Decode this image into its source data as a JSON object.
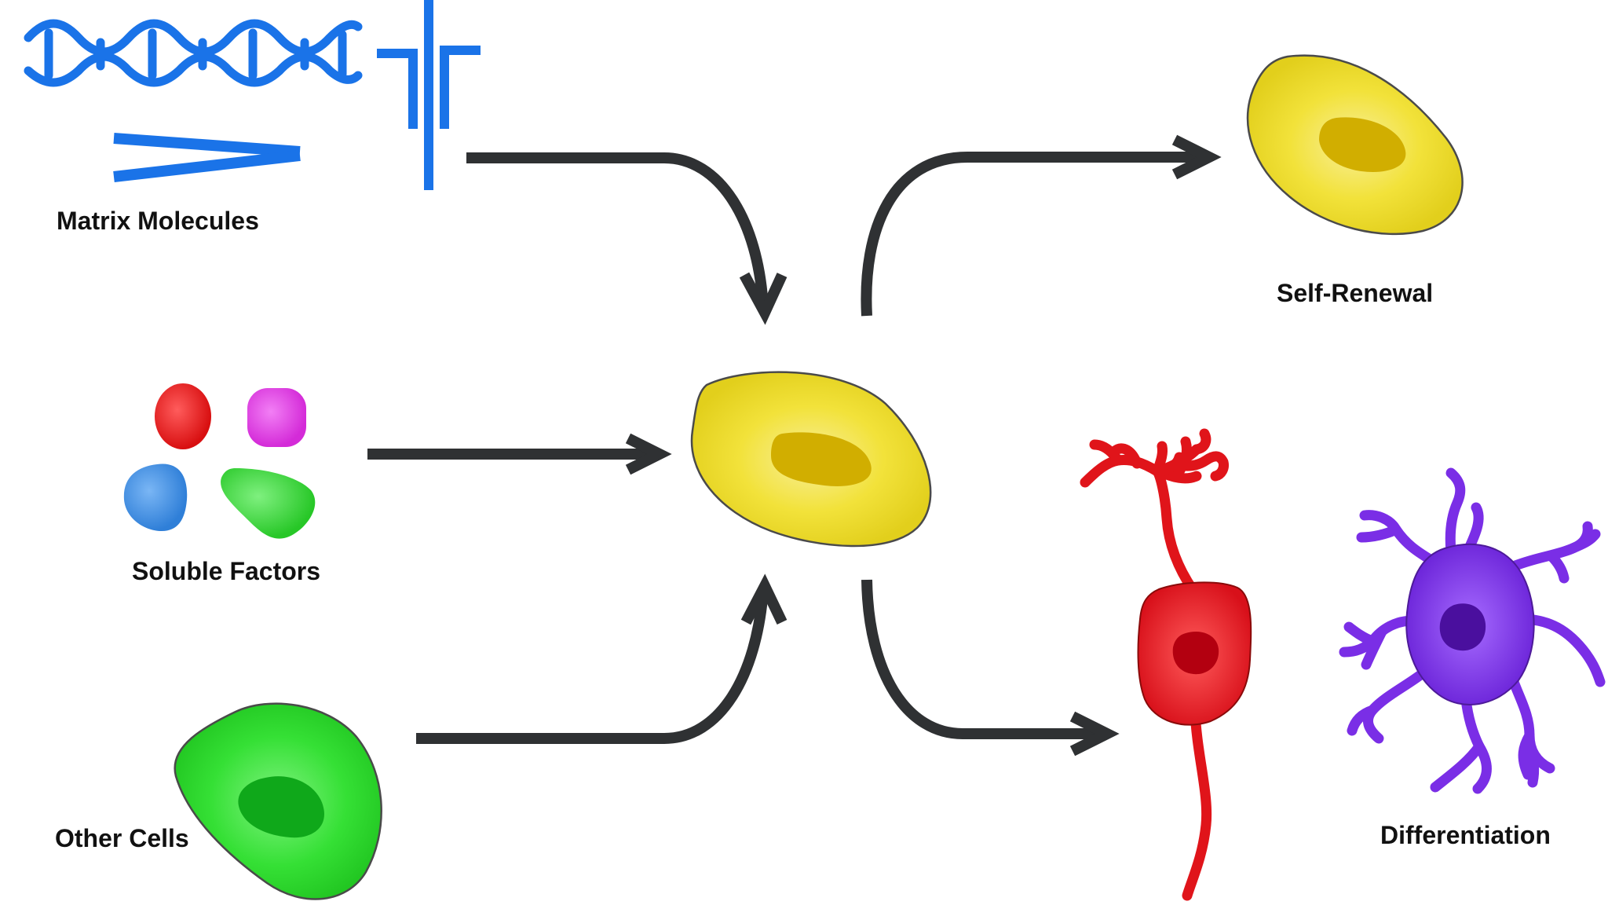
{
  "labels": {
    "matrix_molecules": "Matrix Molecules",
    "soluble_factors": "Soluble Factors",
    "other_cells": "Other Cells",
    "self_renewal": "Self-Renewal",
    "differentiation": "Differentiation"
  },
  "colors": {
    "matrix_blue": "#1a73e8",
    "arrow": "#2f3133",
    "stem_cell_fill": "#f2e23a",
    "stem_cell_nucleus": "#d1ae00",
    "other_cell_fill": "#35e035",
    "other_cell_nucleus": "#0fa81a",
    "neuron_red": "#e0141a",
    "neuron_nucleus": "#b30010",
    "glia_purple": "#7a2ee6",
    "glia_nucleus": "#4a0f9e",
    "factor_red": "#e81616",
    "factor_magenta": "#e23fe8",
    "factor_blue": "#3d8fe6",
    "factor_green": "#3ed83e"
  },
  "icons": [
    "collagen-fiber-icon",
    "fibronectin-icon",
    "laminin-icon",
    "stem-cell-icon",
    "neuron-icon",
    "glial-cell-icon"
  ]
}
